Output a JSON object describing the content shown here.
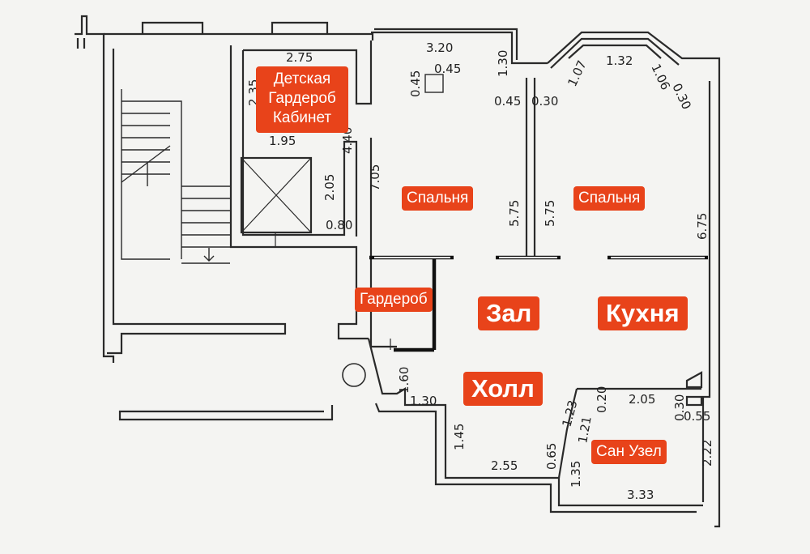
{
  "rooms": {
    "childroom": {
      "line1": "Детская",
      "line2": "Гардероб",
      "line3": "Кабинет"
    },
    "bedroom1": "Спальня",
    "bedroom2": "Спальня",
    "wardrobe": "Гардероб",
    "hall_living": "Зал",
    "kitchen": "Кухня",
    "hallway": "Холл",
    "bathroom": "Сан Узел"
  },
  "dimensions": {
    "d275": "2.75",
    "d235": "2.35",
    "d440": "4.40",
    "d195": "1.95",
    "d205": "2.05",
    "d080": "0.80",
    "d705": "7.05",
    "d320": "3.20",
    "d045a": "0.45",
    "d045b": "0.45",
    "d130": "1.30",
    "d045c": "0.45",
    "d030a": "0.30",
    "d575a": "5.75",
    "d575b": "5.75",
    "d107": "1.07",
    "d132": "1.32",
    "d106": "1.06",
    "d030b": "0.30",
    "d675": "6.75",
    "d160": "1.60",
    "d130b": "1.30",
    "d145": "1.45",
    "d255": "2.55",
    "d065": "0.65",
    "d135": "1.35",
    "d123": "1.23",
    "d121": "1.21",
    "d020": "0.20",
    "d205b": "2.05",
    "d030c": "0.30",
    "d055": "0.55",
    "d222": "2.22",
    "d333": "3.33"
  },
  "colors": {
    "label_bg": "#e8431a",
    "wall": "#2a2a2a"
  }
}
